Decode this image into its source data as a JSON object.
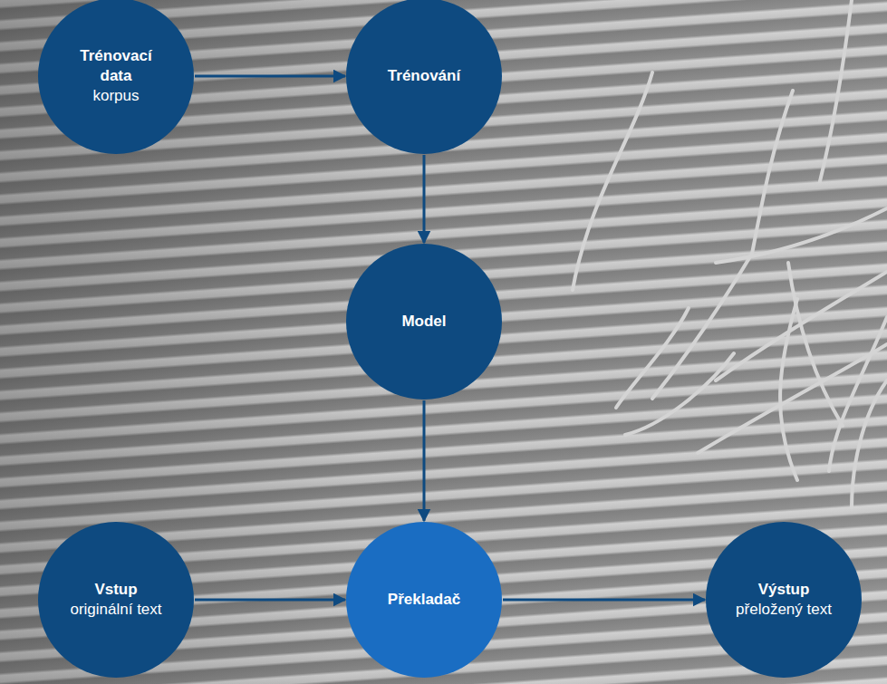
{
  "diagram": {
    "nodes": [
      {
        "text": [
          "Trénovací data",
          "korpus"
        ]
      },
      {
        "text": [
          "Trénování"
        ]
      },
      {
        "text": [
          "Model"
        ]
      },
      {
        "text": [
          "Vstup",
          "originální text"
        ]
      },
      {
        "text": [
          "Překladač"
        ]
      },
      {
        "text": [
          "Výstup",
          "přeložený text"
        ]
      }
    ],
    "edges": [
      {
        "from": 0,
        "to": 1,
        "arrow": "to"
      },
      {
        "from": 1,
        "to": 2,
        "arrow": "to"
      },
      {
        "from": 2,
        "to": 4,
        "arrow": "to"
      },
      {
        "from": 3,
        "to": 4,
        "arrow": "to"
      },
      {
        "from": 4,
        "to": 5,
        "arrow": "to"
      }
    ]
  }
}
